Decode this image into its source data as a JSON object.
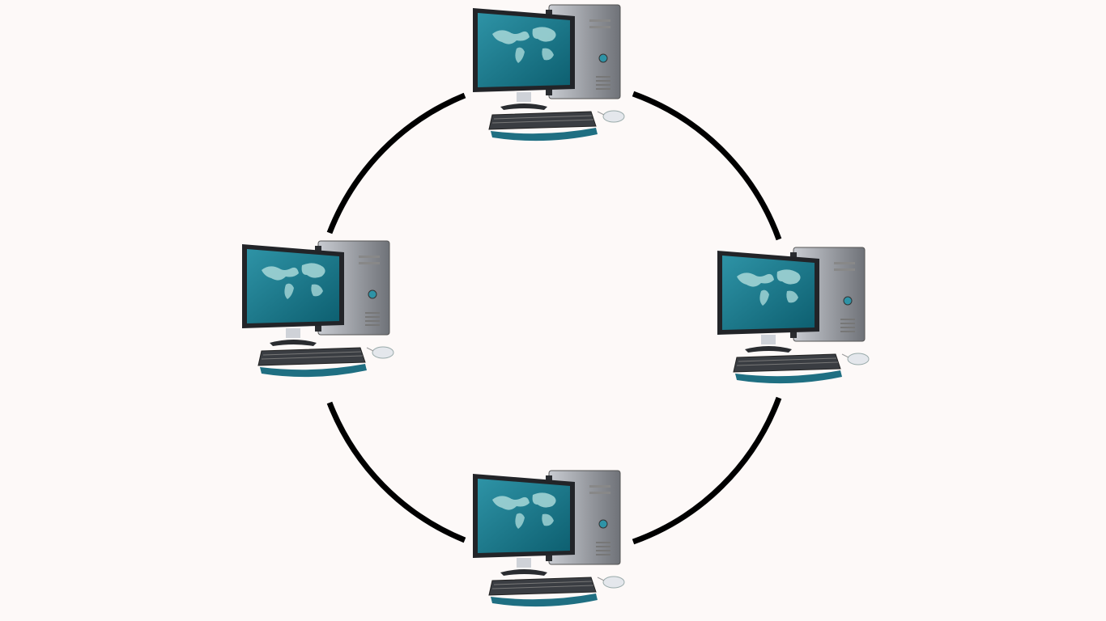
{
  "diagram": {
    "type": "ring-network-topology",
    "colors": {
      "background": "#fdf9f8",
      "ring": "#000000",
      "screen": "#2e93a6",
      "screen_dark": "#0d5f70",
      "continents": "#a8d8d8",
      "case": "#c9ccd2",
      "case_dark": "#6f7278",
      "keyboard": "#3a3d42",
      "wrist_rest": "#1f6f82",
      "mouse": "#e4e7ec"
    },
    "nodes": [
      {
        "id": "top",
        "icon": "desktop-computer-icon"
      },
      {
        "id": "right",
        "icon": "desktop-computer-icon"
      },
      {
        "id": "bottom",
        "icon": "desktop-computer-icon"
      },
      {
        "id": "left",
        "icon": "desktop-computer-icon"
      }
    ],
    "links": [
      {
        "from": "top",
        "to": "right"
      },
      {
        "from": "right",
        "to": "bottom"
      },
      {
        "from": "bottom",
        "to": "left"
      },
      {
        "from": "left",
        "to": "top"
      }
    ]
  }
}
